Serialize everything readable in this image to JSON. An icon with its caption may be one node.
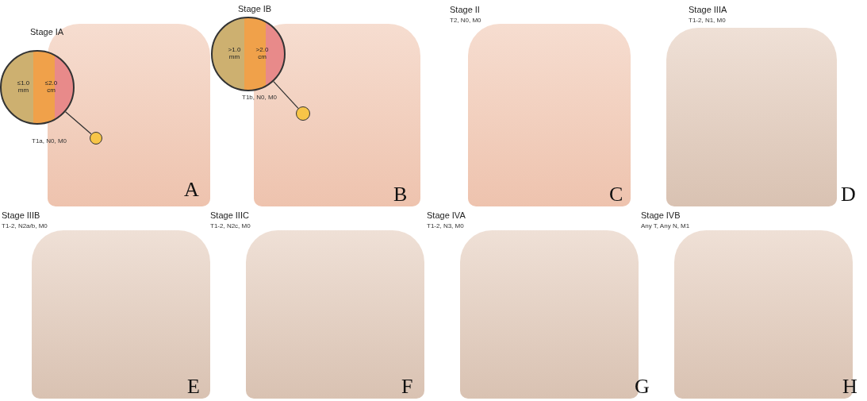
{
  "diagram": {
    "nodes": [
      {
        "text": [
          "≤1.0 mm",
          "≤2.0 cm"
        ]
      },
      {
        "text": [],
        "shape": "circle"
      },
      {
        "text": [
          ">1.0 mm",
          ">2.0 cm"
        ]
      },
      {
        "text": [],
        "shape": "circle"
      }
    ],
    "edges": [
      {
        "from": 0,
        "to": 1,
        "arrow": "none"
      },
      {
        "from": 2,
        "to": 3,
        "arrow": "none"
      }
    ],
    "labels": [
      "Stage IA",
      "T1a, N0, M0",
      "A",
      "Stage IB",
      "T1b, N0, M0",
      "B",
      "Stage II",
      "T2, N0, M0",
      "C",
      "Stage IIIA",
      "T1-2, N1, M0",
      "D",
      "Stage IIIB",
      "T1-2, N2a/b, M0",
      "E",
      "Stage IIIC",
      "T1-2, N2c, M0",
      "F",
      "Stage IVA",
      "T1-2, N3, M0",
      "G",
      "Stage IVB",
      "Any T, Any N, M1",
      "H"
    ]
  }
}
